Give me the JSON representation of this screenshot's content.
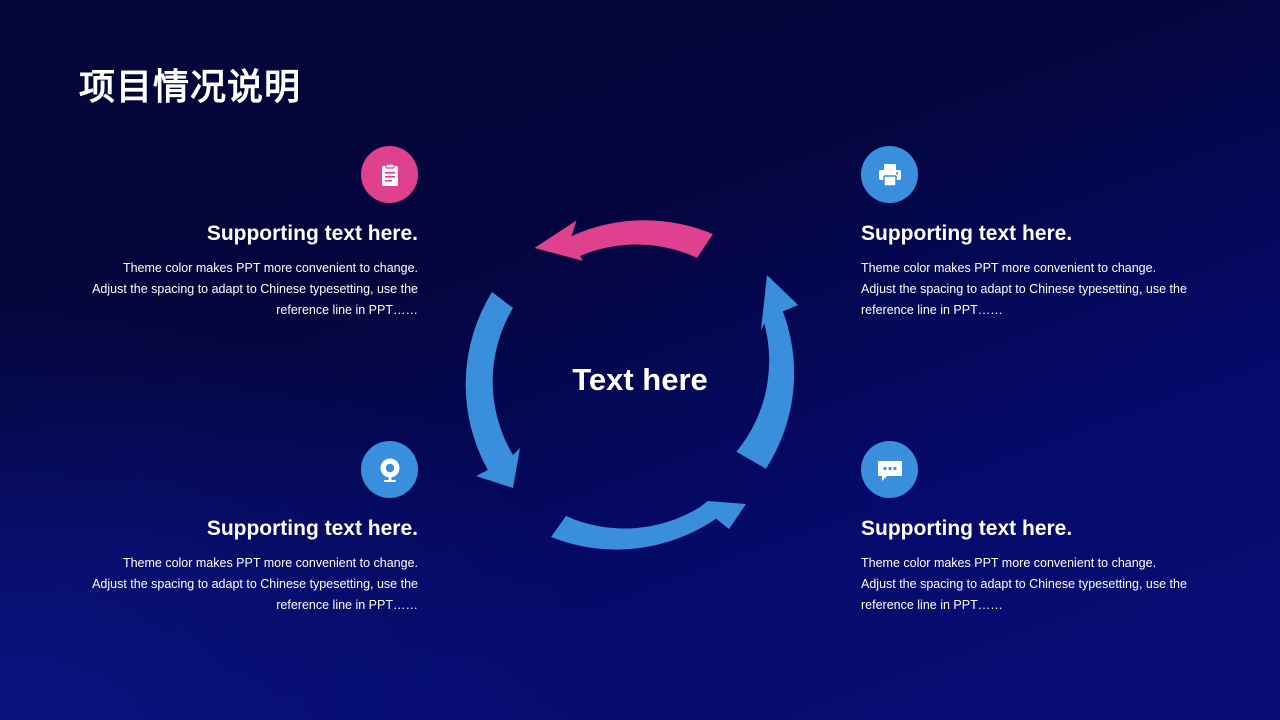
{
  "title": "项目情况说明",
  "center_text": "Text here",
  "colors": {
    "pink": "#e0418f",
    "blue": "#3a8fdc",
    "background": "#04053d"
  },
  "items": [
    {
      "icon": "clipboard-icon",
      "icon_color": "#e0418f",
      "title": "Supporting text here.",
      "body": "Theme color makes PPT more convenient to change. Adjust the spacing to adapt to Chinese typesetting, use the reference line in PPT……"
    },
    {
      "icon": "printer-icon",
      "icon_color": "#3a8fdc",
      "title": "Supporting text here.",
      "body": "Theme color makes PPT more convenient to change. Adjust the spacing to adapt to Chinese typesetting, use the reference line in PPT……"
    },
    {
      "icon": "webcam-icon",
      "icon_color": "#3a8fdc",
      "title": "Supporting text here.",
      "body": "Theme color makes PPT more convenient to change. Adjust the spacing to adapt to Chinese typesetting, use the reference line in PPT……"
    },
    {
      "icon": "chat-bubble-icon",
      "icon_color": "#3a8fdc",
      "title": "Supporting text here.",
      "body": "Theme color makes PPT more convenient to change. Adjust the spacing to adapt to Chinese typesetting, use the reference line in PPT……"
    }
  ]
}
